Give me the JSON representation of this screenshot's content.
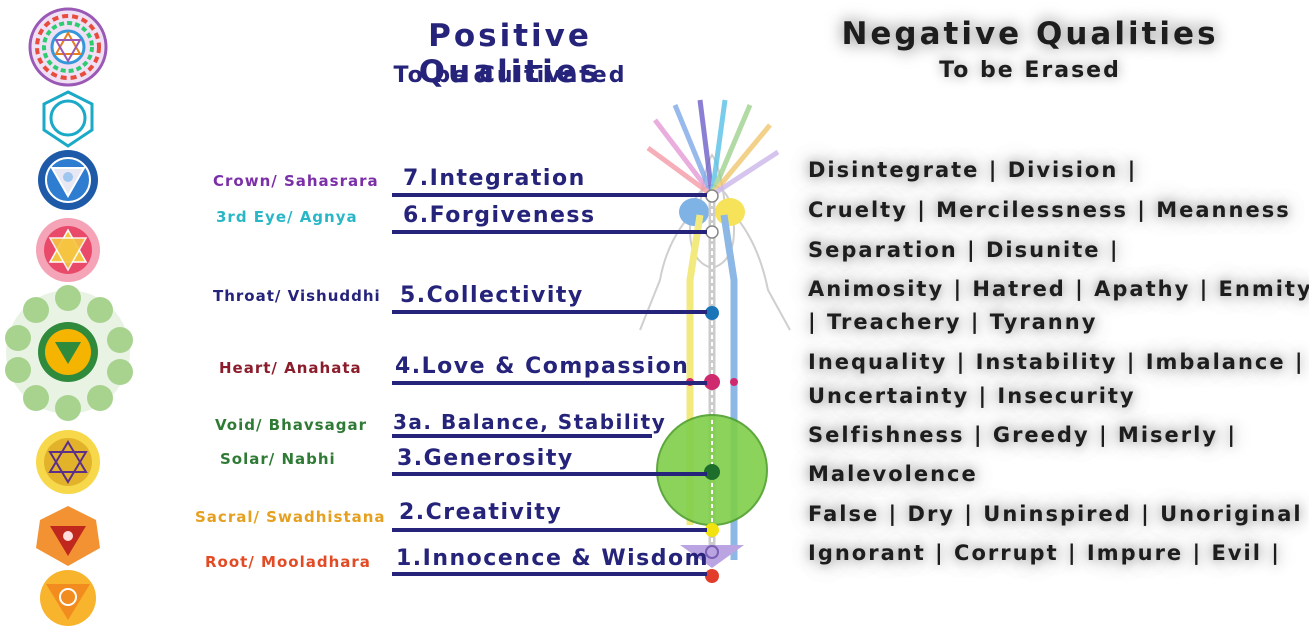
{
  "positive": {
    "title": "Positive Qualities",
    "subtitle": "To be Cultivated"
  },
  "negative": {
    "title": "Negative Qualities",
    "subtitle": "To be Erased"
  },
  "chakras": [
    {
      "name": "Crown/ Sahasrara",
      "quality": "7.Integration",
      "color": "#7b2fa8"
    },
    {
      "name": "3rd Eye/ Agnya",
      "quality": "6.Forgiveness",
      "color": "#29b7c7"
    },
    {
      "name": "Throat/ Vishuddhi",
      "quality": "5.Collectivity",
      "color": "#25237a"
    },
    {
      "name": "Heart/ Anahata",
      "quality": "4.Love & Compassion",
      "color": "#8b1c2b"
    },
    {
      "name": "Void/ Bhavsagar",
      "quality": "3a. Balance, Stability",
      "color": "#2f7a35"
    },
    {
      "name": "Solar/ Nabhi",
      "quality": "3.Generosity",
      "color": "#2f7a35"
    },
    {
      "name": "Sacral/ Swadhistana",
      "quality": "2.Creativity",
      "color": "#e6a020"
    },
    {
      "name": "Root/ Mooladhara",
      "quality": "1.Innocence & Wisdom",
      "color": "#e24b25"
    }
  ],
  "negative_lines": [
    "Disintegrate | Division |",
    "Cruelty | Mercilessness | Meanness",
    "Separation | Disunite |",
    "Animosity | Hatred | Apathy | Enmity",
    "| Treachery | Tyranny",
    "Inequality | Instability | Imbalance |",
    "Uncertainty | Insecurity",
    "Selfishness | Greedy | Miserly |",
    "Malevolence",
    "False | Dry | Uninspired | Unoriginal",
    "Ignorant | Corrupt | Impure | Evil |"
  ],
  "icons": [
    "crown-chakra-icon",
    "agnya-chakra-icon",
    "vishuddhi-chakra-icon",
    "anahata-chakra-icon",
    "void-chakra-icon",
    "nabhi-chakra-icon",
    "swadhistana-chakra-icon",
    "mooladhara-chakra-icon"
  ]
}
